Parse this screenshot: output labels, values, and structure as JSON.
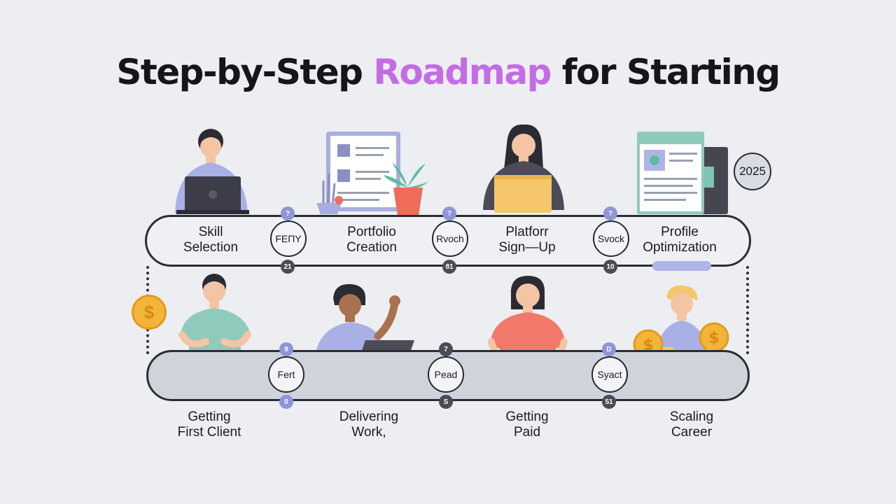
{
  "title": {
    "part1": "Step-by-Step ",
    "accent": "Roadmap",
    "part2": " for Starting"
  },
  "badge_year": "2025",
  "colors": {
    "accent": "#c46be6",
    "track_dark": "#2b2d33",
    "pin_blue": "#8e95d8",
    "coin": "#f3b43a"
  },
  "steps_top": [
    {
      "label": "Skill\nSelection",
      "node": "FEПY",
      "pin_top": "?",
      "pin_bottom": "21"
    },
    {
      "label": "Portfolio\nCreation",
      "node": "Rvoch",
      "pin_top": "?",
      "pin_bottom": "81"
    },
    {
      "label": "Platforr\nSign—Up",
      "node": "Svock",
      "pin_top": "?",
      "pin_bottom": "10"
    },
    {
      "label": "Profile\nOptimization"
    }
  ],
  "steps_bottom": [
    {
      "label": "Getting\nFirst Client",
      "node": "Fert",
      "pin_top": "9",
      "pin_bottom": "0"
    },
    {
      "label": "Delivering\nWork,",
      "node": "Pead",
      "pin_top": "7",
      "pin_bottom": "S"
    },
    {
      "label": "Getting\nPaid",
      "node": "Syact",
      "pin_top": "D",
      "pin_bottom": "51"
    },
    {
      "label": "Scaling\nCareer"
    }
  ],
  "coin_symbol": "$",
  "icons": [
    "person-laptop-icon",
    "document-icon",
    "plant-icon",
    "person-laptop-icon",
    "profile-screen-icon",
    "coin-icon",
    "person-icon",
    "person-laptop-icon",
    "person-tablet-icon",
    "person-coins-icon"
  ]
}
